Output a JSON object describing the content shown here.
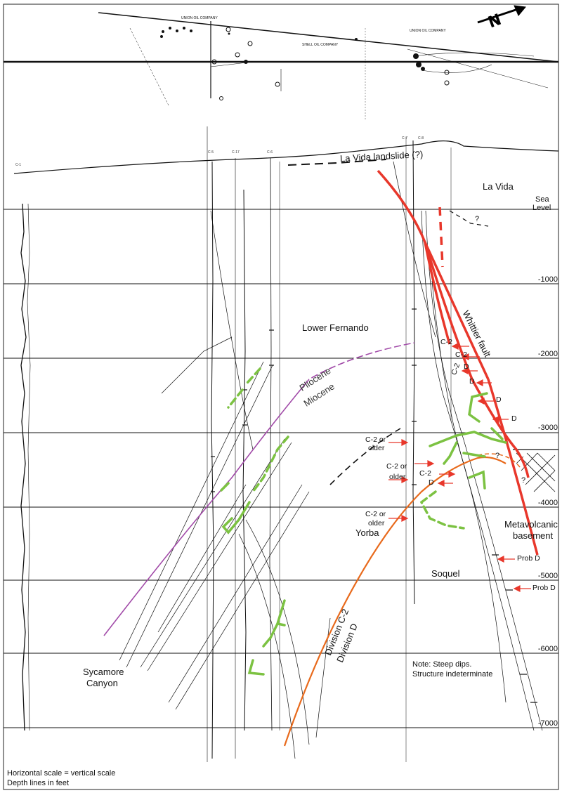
{
  "map_top": {
    "companies": [
      "UNION OIL COMPANY",
      "SHELL OIL COMPANY",
      "UNION OIL COMPANY"
    ],
    "north_arrow": "N"
  },
  "units": {
    "la_vida": "La Vida",
    "lower_fernando": "Lower Fernando",
    "yorba": "Yorba",
    "soquel": "Soquel",
    "sycamore_canyon_1": "Sycamore",
    "sycamore_canyon_2": "Canyon",
    "metavolcanic_1": "Metavolcanic",
    "metavolcanic_2": "basement"
  },
  "features": {
    "landslide": "La Vida landslide (?)",
    "whittier_fault": "Whittier fault",
    "pliocene": "Pliocene",
    "miocene": "Miocene",
    "division_c2": "Division C-2",
    "division_d": "Division D"
  },
  "depth_lines": {
    "sea_1": "Sea",
    "sea_2": "Level",
    "d1000": "-1000",
    "d2000": "-2000",
    "d3000": "-3000",
    "d4000": "-4000",
    "d5000": "-5000",
    "d6000": "-6000",
    "d7000": "-7000"
  },
  "arrow_labels": {
    "c2_a": "C-2",
    "c2_b": "C-2",
    "c2_c": "C-2",
    "d_a": "D",
    "d_b": "D",
    "d_c": "D",
    "d_d": "D",
    "c2older_1a": "C-2 or",
    "c2older_1b": "older",
    "c2older_2a": "C-2 or",
    "c2older_2b": "older",
    "c2older_3a": "C-2 or",
    "c2older_3b": "older",
    "c2_e": "C-2",
    "d_e": "D",
    "prob_d_1": "Prob D",
    "prob_d_2": "Prob D",
    "q1": "?",
    "q2": "?",
    "q3": "?"
  },
  "notes": {
    "note_1": "Note: Steep dips.",
    "note_2": "Structure indeterminate",
    "scale_1": "Horizontal scale = vertical scale",
    "scale_2": "Depth lines in feet"
  },
  "colors": {
    "fault": "#e8372b",
    "contact_orange": "#e86a1c",
    "pliocene_miocene": "#a14aa8",
    "green_marker": "#7cc242",
    "arrow": "#e8372b"
  }
}
